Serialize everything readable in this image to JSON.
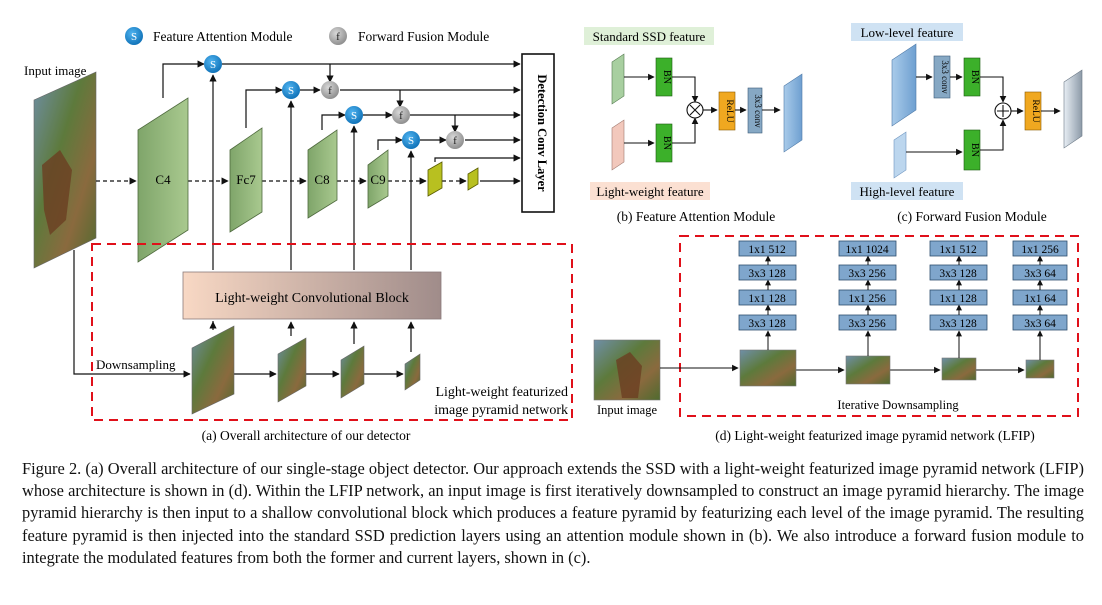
{
  "figure": {
    "legend": {
      "s_symbol": "S",
      "s_label": "Feature Attention Module",
      "f_symbol": "f",
      "f_label": "Forward Fusion Module"
    },
    "panel_a": {
      "input_image": "Input image",
      "layers": [
        "C4",
        "Fc7",
        "C8",
        "C9"
      ],
      "detection_layer": "Detection Conv Layer",
      "conv_block": "Light-weight Convolutional Block",
      "downsampling": "Downsampling",
      "pyramid_label_line1": "Light-weight featurized",
      "pyramid_label_line2": "image pyramid network",
      "caption": "(a) Overall architecture of our detector"
    },
    "panel_b": {
      "standard": "Standard SSD feature",
      "light": "Light-weight feature",
      "bn": "BN",
      "relu": "ReLU",
      "conv": "3x3 conv",
      "caption": "(b) Feature Attention Module"
    },
    "panel_c": {
      "low": "Low-level feature",
      "high": "High-level feature",
      "conv": "3x3 conv",
      "bn": "BN",
      "relu": "ReLU",
      "caption": "(c) Forward Fusion Module"
    },
    "panel_d": {
      "input_image": "Input image",
      "iterative": "Iterative Downsampling",
      "caption": "(d) Light-weight featurized image pyramid network (LFIP)",
      "columns": [
        [
          "1x1 512",
          "3x3 128",
          "1x1 128",
          "3x3 128"
        ],
        [
          "1x1 1024",
          "3x3 256",
          "1x1 256",
          "3x3 256"
        ],
        [
          "1x1 512",
          "3x3 128",
          "1x1 128",
          "3x3 128"
        ],
        [
          "1x1 256",
          "3x3 64",
          "1x1 64",
          "3x3 64"
        ]
      ]
    }
  },
  "caption": "Figure 2. (a) Overall architecture of our single-stage object detector. Our approach extends the SSD with a light-weight featurized image pyramid network (LFIP) whose architecture is shown in (d). Within the LFIP network, an input image is first iteratively downsampled to construct an image pyramid hierarchy. The image pyramid hierarchy is then input to a shallow convolutional block which produces a feature pyramid by featurizing each level of the image pyramid. The resulting feature pyramid is then injected into the standard SSD prediction layers using an attention module shown in (b). We also introduce a forward fusion module to integrate the modulated features from both the former and current layers, shown in (c)."
}
